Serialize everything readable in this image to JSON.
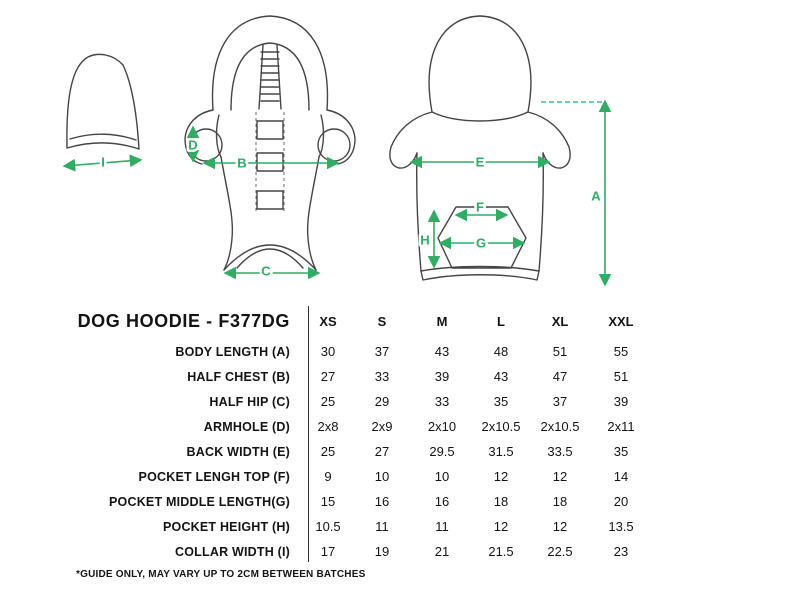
{
  "diagram": {
    "accent_color": "#2ead63",
    "line_color": "#454545",
    "labels": {
      "a": "A",
      "b": "B",
      "c": "C",
      "d": "D",
      "e": "E",
      "f": "F",
      "g": "G",
      "h": "H",
      "i": "I"
    }
  },
  "table": {
    "title": "DOG HOODIE - F377DG",
    "columns": [
      "XS",
      "S",
      "M",
      "L",
      "XL",
      "XXL"
    ],
    "rows": [
      {
        "label": "BODY LENGTH (A)",
        "values": [
          "30",
          "37",
          "43",
          "48",
          "51",
          "55"
        ]
      },
      {
        "label": "HALF CHEST (B)",
        "values": [
          "27",
          "33",
          "39",
          "43",
          "47",
          "51"
        ]
      },
      {
        "label": "HALF HIP (C)",
        "values": [
          "25",
          "29",
          "33",
          "35",
          "37",
          "39"
        ]
      },
      {
        "label": "ARMHOLE (D)",
        "values": [
          "2x8",
          "2x9",
          "2x10",
          "2x10.5",
          "2x10.5",
          "2x11"
        ]
      },
      {
        "label": "BACK WIDTH (E)",
        "values": [
          "25",
          "27",
          "29.5",
          "31.5",
          "33.5",
          "35"
        ]
      },
      {
        "label": "POCKET LENGH TOP (F)",
        "values": [
          "9",
          "10",
          "10",
          "12",
          "12",
          "14"
        ]
      },
      {
        "label": "POCKET MIDDLE LENGTH(G)",
        "values": [
          "15",
          "16",
          "16",
          "18",
          "18",
          "20"
        ]
      },
      {
        "label": "POCKET HEIGHT (H)",
        "values": [
          "10.5",
          "11",
          "11",
          "12",
          "12",
          "13.5"
        ]
      },
      {
        "label": "COLLAR WIDTH (I)",
        "values": [
          "17",
          "19",
          "21",
          "21.5",
          "22.5",
          "23"
        ]
      }
    ],
    "footnote": "*GUIDE ONLY, MAY VARY UP TO 2CM BETWEEN BATCHES"
  }
}
